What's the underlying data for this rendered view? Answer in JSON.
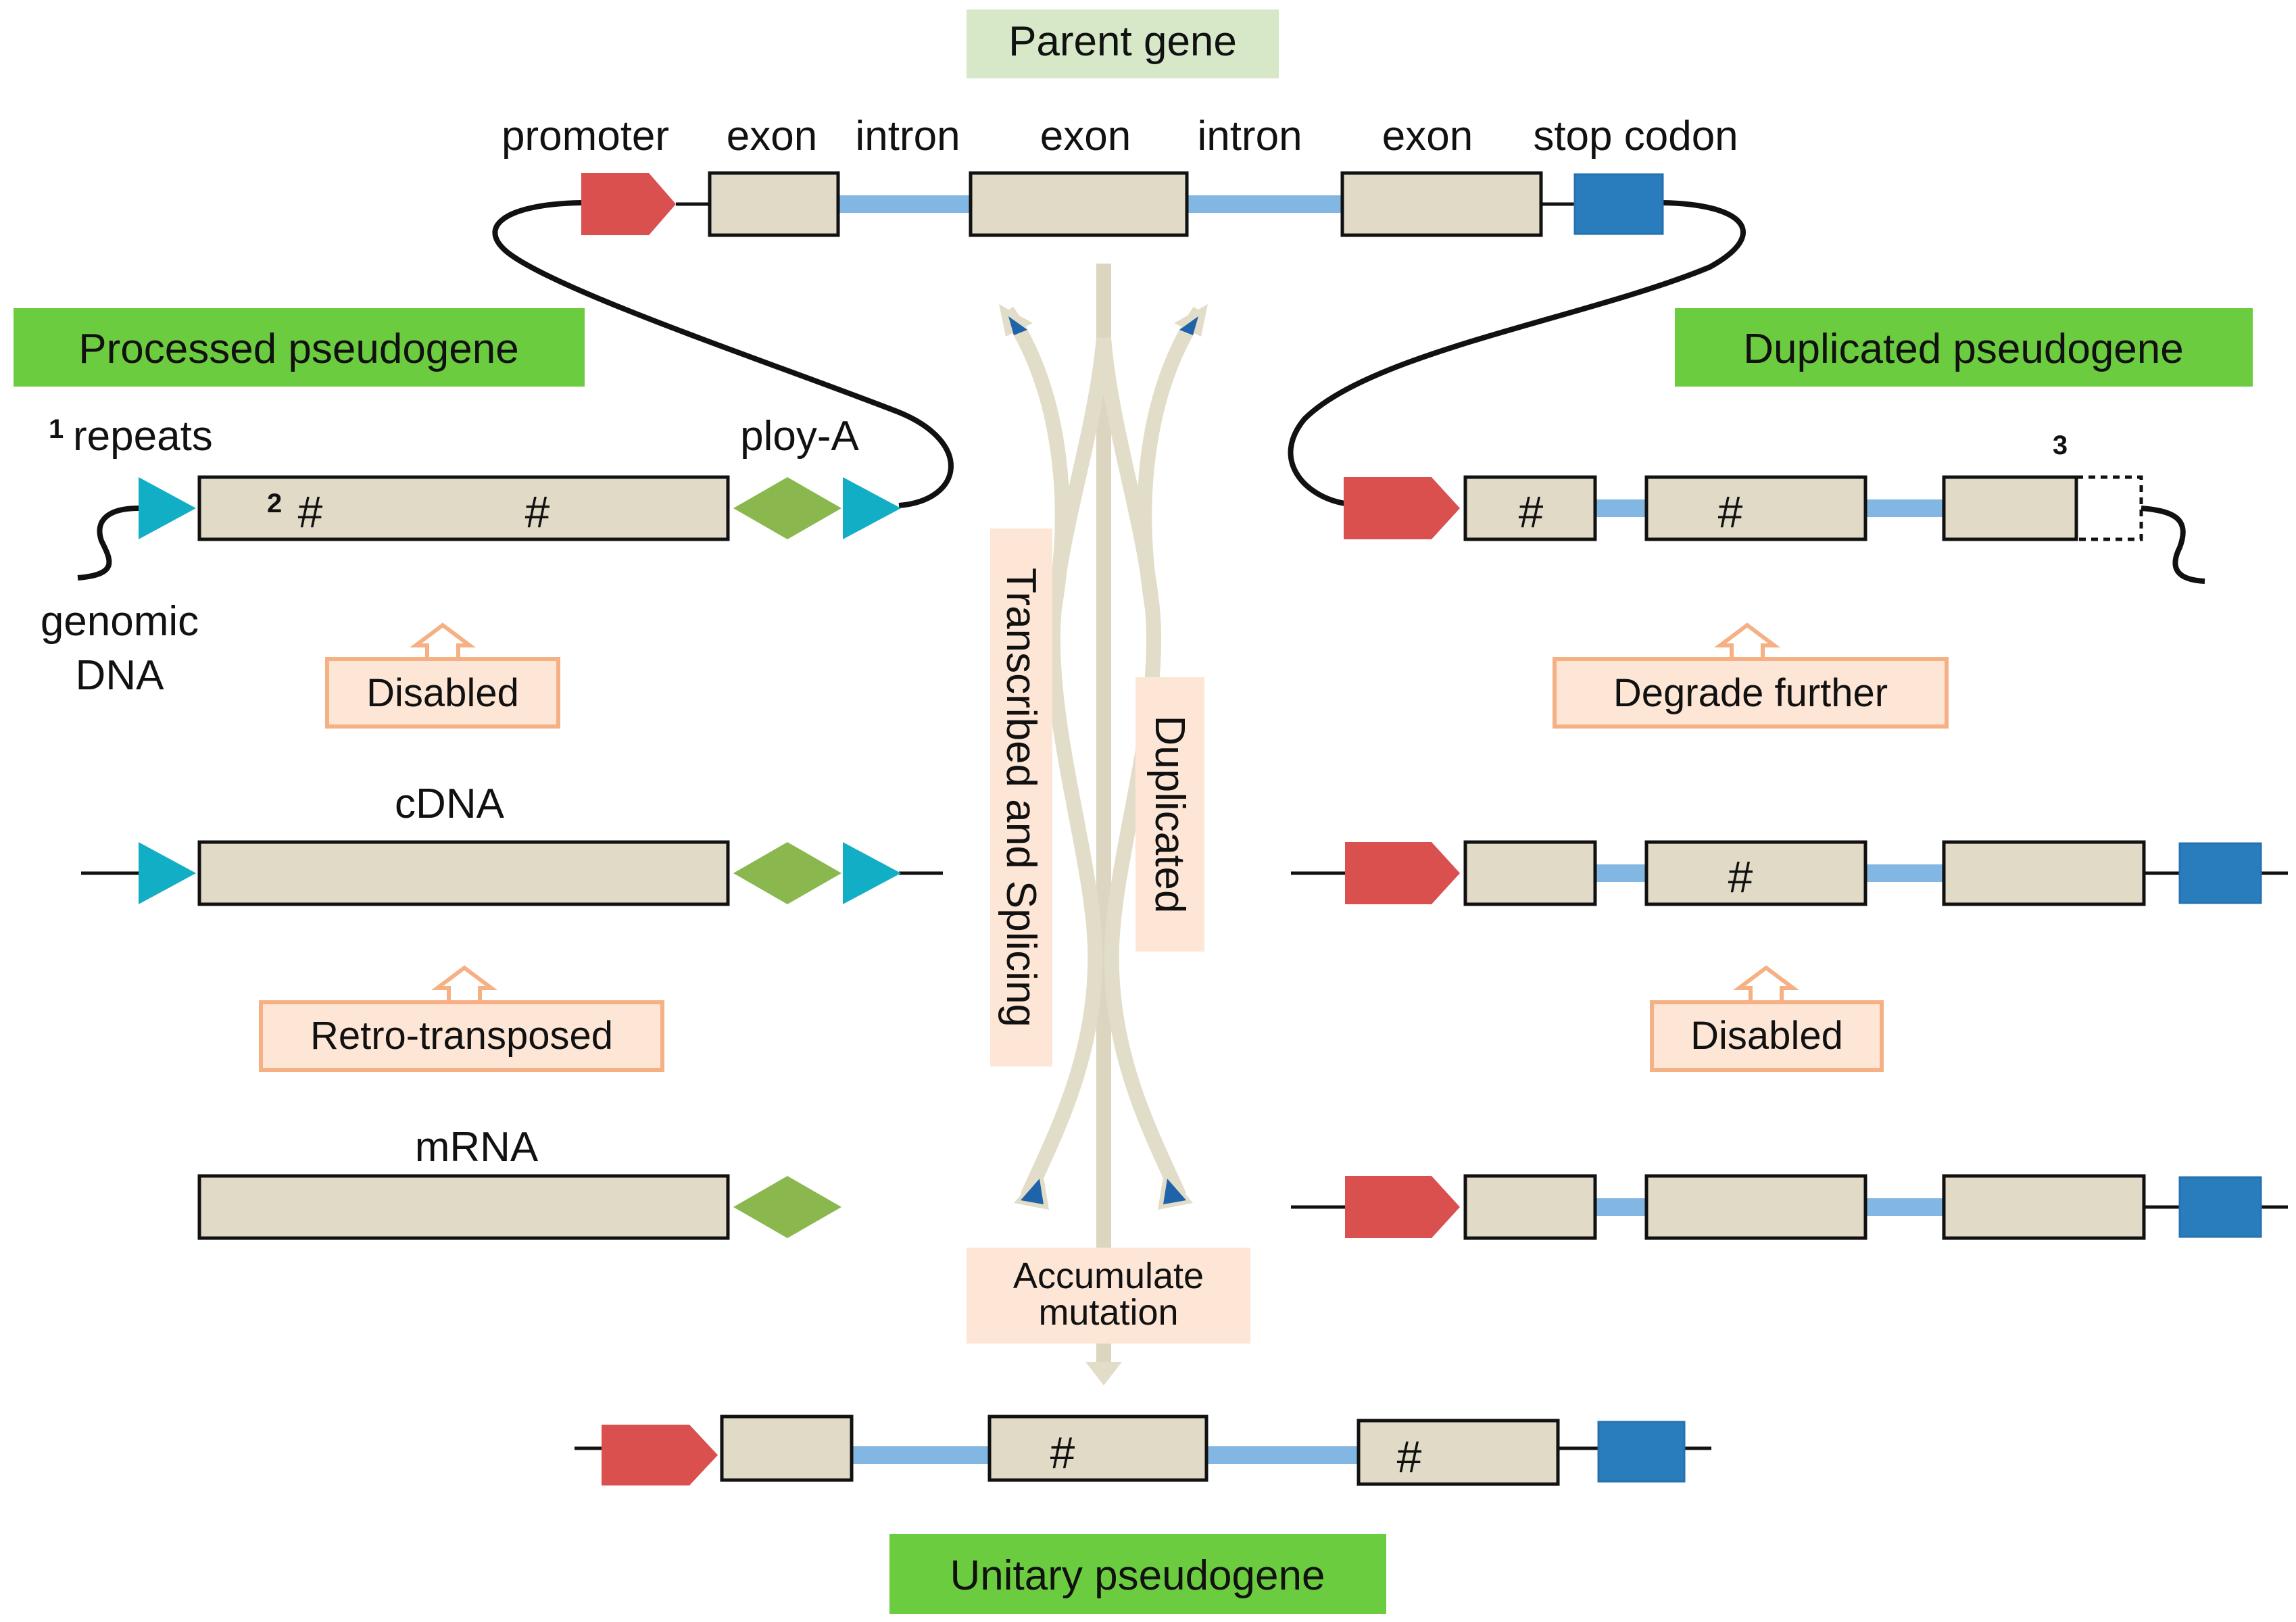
{
  "title": "Parent gene",
  "parent_gene": {
    "labels": {
      "promoter": "promoter",
      "exon1": "exon",
      "intron1": "intron",
      "exon2": "exon",
      "intron2": "intron",
      "exon3": "exon",
      "stop_codon": "stop codon"
    }
  },
  "processed": {
    "heading": "Processed pseudogene",
    "repeats_marker": "1",
    "repeats_label": "repeats",
    "polya_label": "ploy-A",
    "hash_marker": "2",
    "hash": "#",
    "genomic_dna_line1": "genomic",
    "genomic_dna_line2": "DNA",
    "step_disabled": "Disabled",
    "cdna_label": "cDNA",
    "step_retro": "Retro-transposed",
    "mrna_label": "mRNA"
  },
  "duplicated": {
    "heading": "Duplicated pseudogene",
    "truncation_marker": "3",
    "hash": "#",
    "step_degrade": "Degrade further",
    "step_disabled": "Disabled"
  },
  "center": {
    "transcribed": "Transcribed and Splicing",
    "duplicated": "Duplicated",
    "accumulate_line1": "Accumulate",
    "accumulate_line2": "mutation"
  },
  "unitary": {
    "heading": "Unitary pseudogene",
    "hash": "#"
  },
  "colors": {
    "exon": "#e0dac6",
    "intron": "#82b6e3",
    "promoter": "#d9504f",
    "stop_codon": "#2a7dbd",
    "poly_a": "#8ab84e",
    "repeat": "#12aec5",
    "heading_green": "#6ccc3f",
    "step_box": "#fde6d6"
  }
}
